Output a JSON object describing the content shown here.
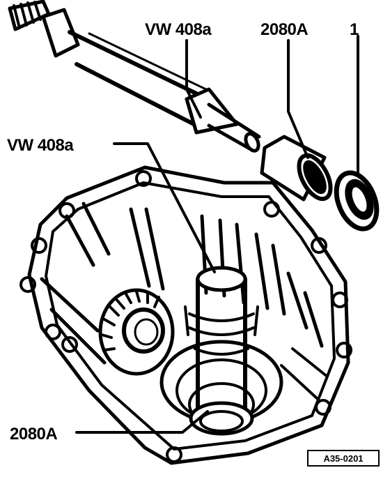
{
  "labels": {
    "tool_top": "VW 408a",
    "sleeve_top": "2080A",
    "part_number": "1",
    "tool_left": "VW 408a",
    "sleeve_bottom": "2080A"
  },
  "figure_ref": "A35-0201",
  "colors": {
    "ink": "#000000",
    "paper": "#ffffff"
  }
}
